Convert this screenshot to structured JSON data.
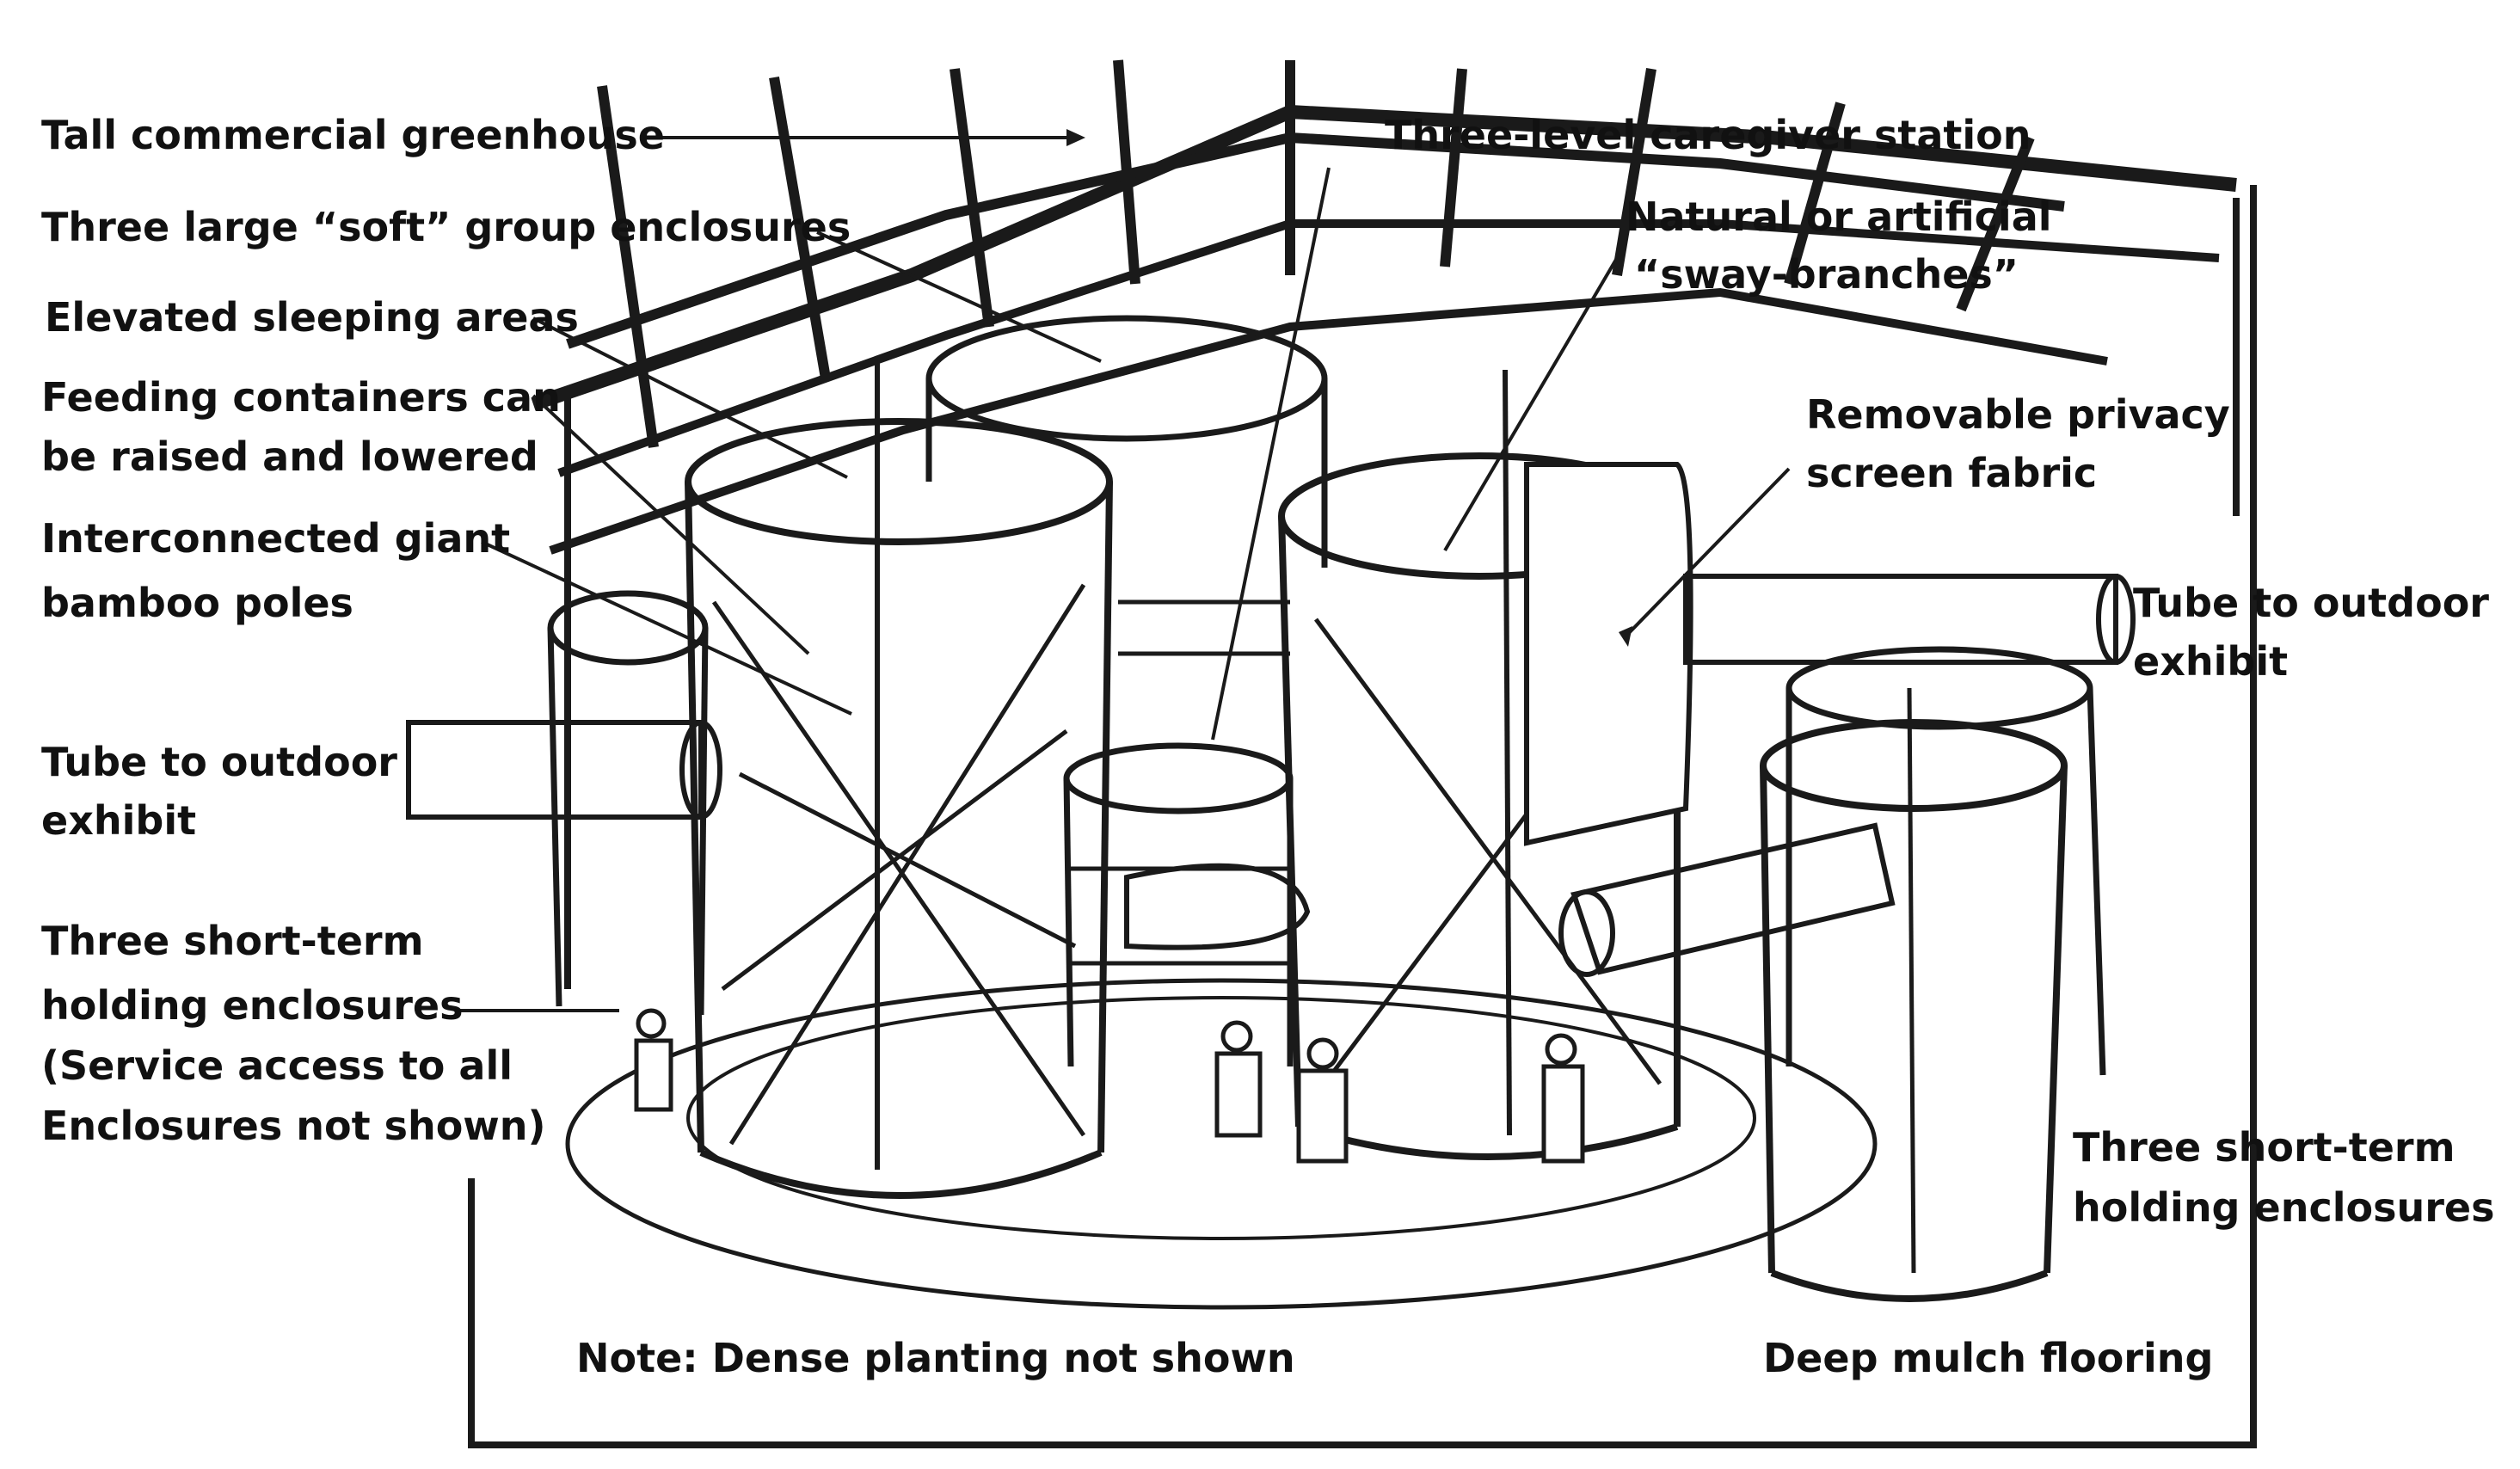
{
  "labels": {
    "tall_greenhouse": "Tall commercial greenhouse",
    "soft_enclosures": "Three large “soft” group enclosures",
    "sleeping_areas": "Elevated sleeping areas",
    "feeding_line1": "Feeding containers can",
    "feeding_line2": "be raised and lowered",
    "bamboo_line1": "Interconnected giant",
    "bamboo_line2": "bamboo poles",
    "tube_left_line1": "Tube to outdoor",
    "tube_left_line2": "exhibit",
    "holding_left_line1": "Three short-term",
    "holding_left_line2": "holding enclosures",
    "holding_left_line3": "(Service access to all",
    "holding_left_line4": "Enclosures not shown)",
    "caregiver_station": "Three-level caregiver station",
    "sway_line1": "Natural or artificial",
    "sway_line2": "“sway-branches”",
    "privacy_line1": "Removable privacy",
    "privacy_line2": "screen fabric",
    "tube_right_line1": "Tube to outdoor",
    "tube_right_line2": "exhibit",
    "holding_right_line1": "Three short-term",
    "holding_right_line2": "holding enclosures",
    "note_planting": "Note: Dense planting not shown",
    "mulch": "Deep mulch flooring"
  }
}
